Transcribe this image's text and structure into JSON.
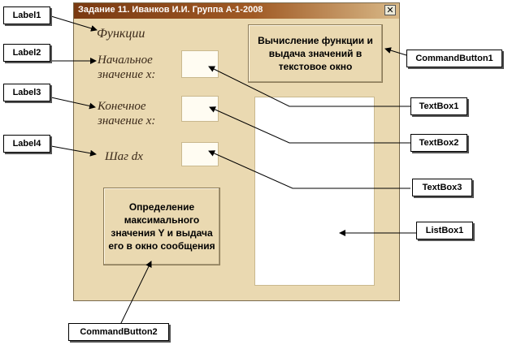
{
  "window": {
    "title": "Задание 11. Иванков И.И. Группа А-1-2008",
    "close_glyph": "✕"
  },
  "form": {
    "label1": "Функции",
    "label2_line1": "Начальное",
    "label2_line2": "значение x:",
    "label3_line1": "Конечное",
    "label3_line2": "значение x:",
    "label4": "Шаг dx",
    "command_button1": "Вычисление функции и выдача значений в текстовое окно",
    "command_button2": "Определение максимального значения Y и выдача его в окно сообщения"
  },
  "callouts": {
    "label1": "Label1",
    "label2": "Label2",
    "label3": "Label3",
    "label4": "Label4",
    "command_button1": "CommandButton1",
    "command_button2": "CommandButton2",
    "textbox1": "TextBox1",
    "textbox2": "TextBox2",
    "textbox3": "TextBox3",
    "listbox1": "ListBox1"
  },
  "colors": {
    "form_background": "#ead9b1",
    "title_gradient_start": "#7a3a12",
    "title_gradient_end": "#d8b887"
  }
}
